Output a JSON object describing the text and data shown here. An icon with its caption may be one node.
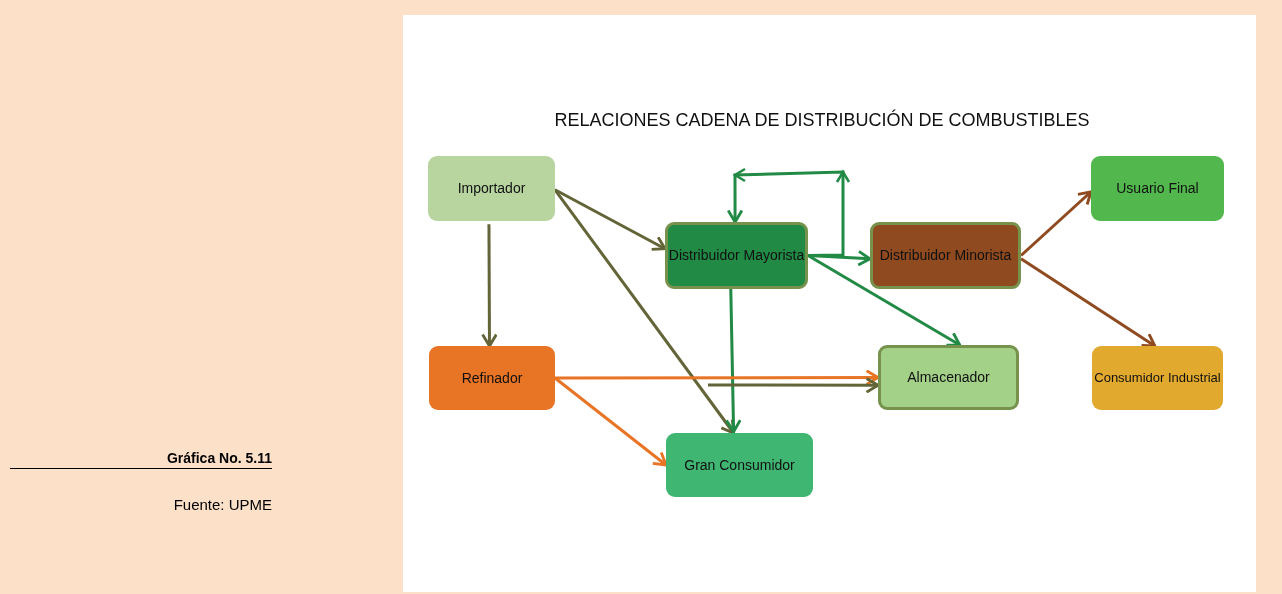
{
  "diagram": {
    "title": "RELACIONES CADENA DE DISTRIBUCIÓN DE COMBUSTIBLES",
    "nodes": [
      {
        "text": [
          "Importador"
        ]
      },
      {
        "text": [
          "Distribuidor Mayorista"
        ]
      },
      {
        "text": [
          "Distribuidor Minorista"
        ]
      },
      {
        "text": [
          "Usuario Final"
        ]
      },
      {
        "text": [
          "Refinador"
        ]
      },
      {
        "text": [
          "Almacenador"
        ]
      },
      {
        "text": [
          "Consumidor Industrial"
        ]
      },
      {
        "text": [
          "Gran Consumidor"
        ]
      }
    ],
    "edges": [
      {
        "from": 0,
        "to": 4,
        "arrow": "to",
        "color": "#636438"
      },
      {
        "from": 0,
        "to": 1,
        "arrow": "to",
        "color": "#636438"
      },
      {
        "from": 0,
        "to": 7,
        "arrow": "to",
        "color": "#636438"
      },
      {
        "from": 1,
        "to": 1,
        "arrow": "to",
        "color": "#218a44"
      },
      {
        "from": 1,
        "to": 2,
        "arrow": "to",
        "color": "#218a44"
      },
      {
        "from": 1,
        "to": 5,
        "arrow": "to",
        "color": "#218a44"
      },
      {
        "from": 1,
        "to": 7,
        "arrow": "to",
        "color": "#218a44"
      },
      {
        "from": 2,
        "to": 3,
        "arrow": "to",
        "color": "#8f4a20"
      },
      {
        "from": 2,
        "to": 6,
        "arrow": "to",
        "color": "#8f4a20"
      },
      {
        "from": 4,
        "to": 5,
        "arrow": "to",
        "color": "#e87425"
      },
      {
        "from": 4,
        "to": 7,
        "arrow": "to",
        "color": "#e87425"
      },
      {
        "from": null,
        "to": 5,
        "arrow": "to",
        "color": "#636438"
      }
    ],
    "labels": [
      "Gráfica No. 5.11",
      "Fuente: UPME"
    ]
  }
}
